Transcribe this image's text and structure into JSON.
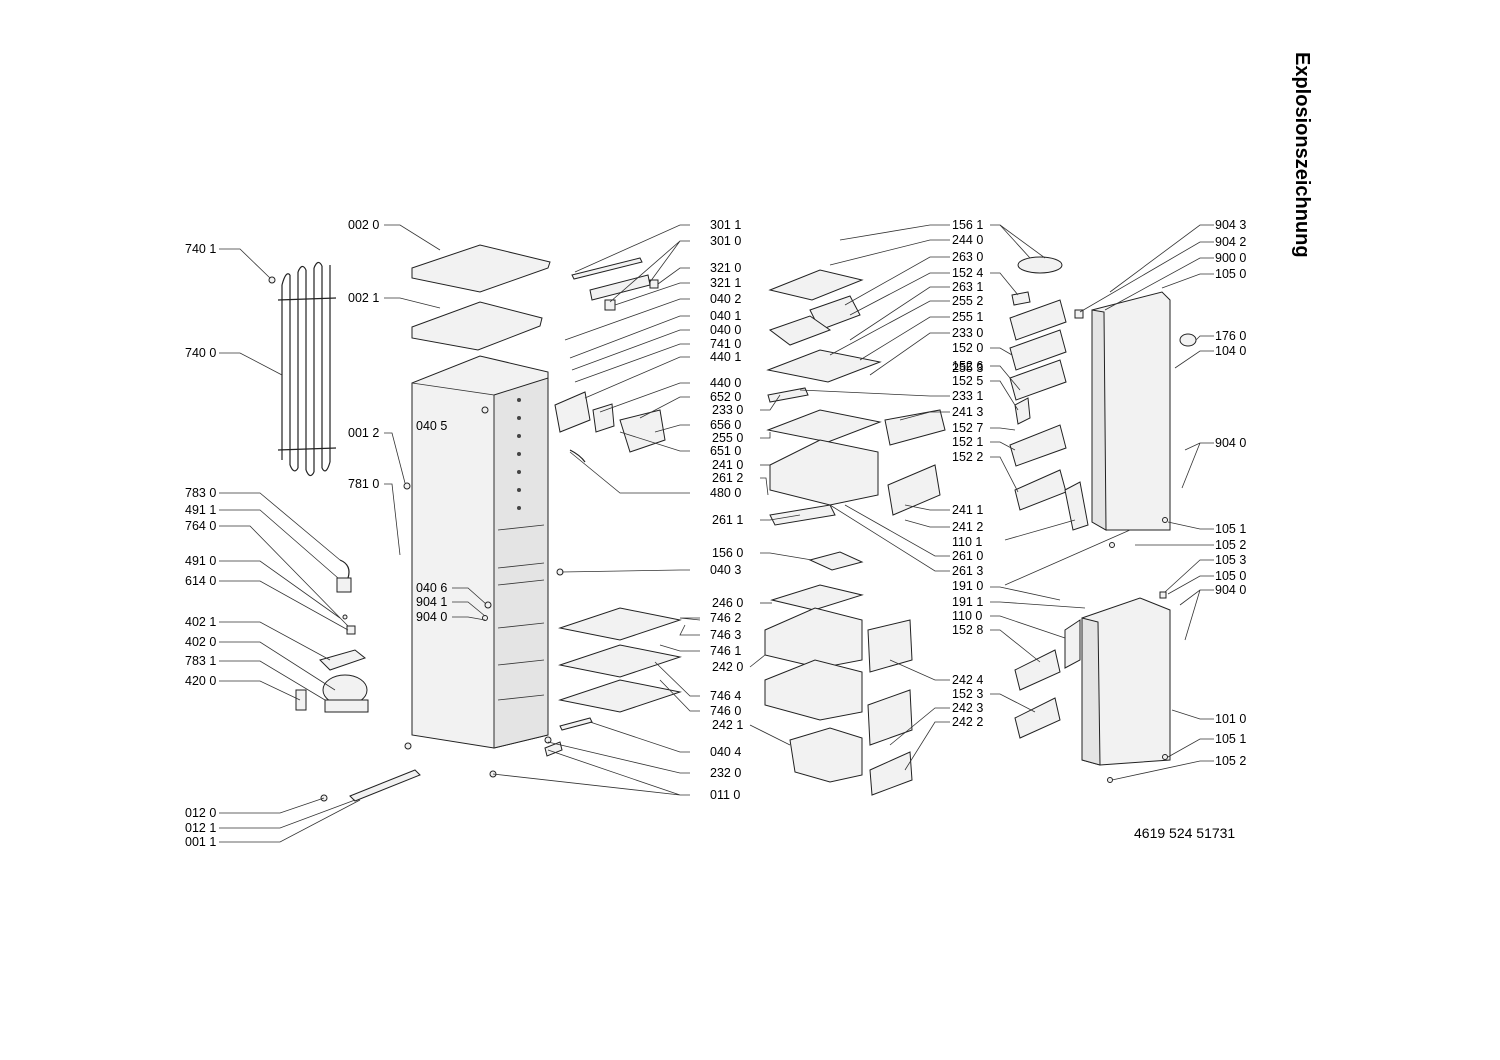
{
  "title": "Explosionszeichnung",
  "document_number": "4619 524 51731",
  "labels": [
    "740 1",
    "740 0",
    "002 0",
    "002 1",
    "001 2",
    "781 0",
    "040 5",
    "783 0",
    "491 1",
    "764 0",
    "491 0",
    "614 0",
    "402 1",
    "402 0",
    "783 1",
    "420 0",
    "012 0",
    "012 1",
    "001 1",
    "040 6",
    "904 1",
    "904 0",
    "301 1",
    "301 0",
    "321 0",
    "321 1",
    "040 2",
    "040 1",
    "040 0",
    "741 0",
    "440 1",
    "440 0",
    "652 0",
    "233 0",
    "656 0",
    "255 0",
    "651 0",
    "241 0",
    "261 2",
    "480 0",
    "261 1",
    "156 0",
    "040 3",
    "246 0",
    "746 2",
    "746 3",
    "746 1",
    "242 0",
    "746 4",
    "746 0",
    "242 1",
    "040 4",
    "232 0",
    "011 0",
    "156 1",
    "244 0",
    "263 0",
    "152 4",
    "263 1",
    "255 2",
    "255 1",
    "233 0",
    "255 3",
    "233 1",
    "241 3",
    "241 1",
    "241 2",
    "110 1",
    "261 0",
    "261 3",
    "191 0",
    "191 1",
    "110 0",
    "152 8",
    "242 4",
    "152 3",
    "242 3",
    "242 2",
    "152 0",
    "152 6",
    "152 5",
    "152 7",
    "152 1",
    "152 2",
    "904 3",
    "904 2",
    "900 0",
    "105 0",
    "176 0",
    "104 0",
    "904 0",
    "105 1",
    "105 2",
    "105 3",
    "105 0",
    "904 0",
    "101 0",
    "105 1",
    "105 2"
  ]
}
